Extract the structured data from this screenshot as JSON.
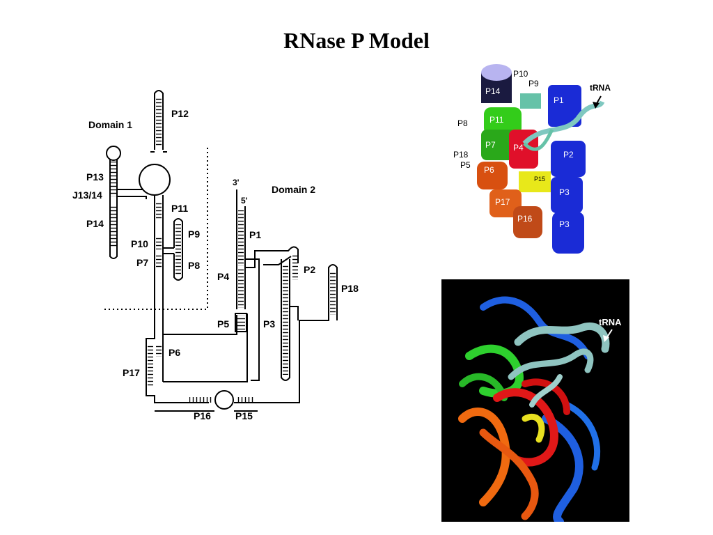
{
  "slide": {
    "title": "RNase P Model"
  },
  "secondary_structure": {
    "labels": {
      "domain1": "Domain 1",
      "domain2": "Domain 2",
      "p12": "P12",
      "p13": "P13",
      "j13_14": "J13/14",
      "p14": "P14",
      "p11": "P11",
      "p9": "P9",
      "p10": "P10",
      "p7": "P7",
      "p8": "P8",
      "p6": "P6",
      "p17": "P17",
      "p16": "P16",
      "p15": "P15",
      "p1": "P1",
      "p2": "P2",
      "p3": "P3",
      "p4": "P4",
      "p5": "P5",
      "p18": "P18",
      "end3": "3'",
      "end5": "5'"
    }
  },
  "cylinder_model": {
    "labels": {
      "p14": "P14",
      "p10": "P10",
      "p9": "P9",
      "p1": "P1",
      "trna": "tRNA",
      "p8": "P8",
      "p11": "P11",
      "p7": "P7",
      "p4": "P4",
      "p2": "P2",
      "p18": "P18",
      "p5": "P5",
      "p6": "P6",
      "p15": "P15",
      "p17": "P17",
      "p3a": "P3",
      "p16": "P16",
      "p3b": "P3"
    },
    "colors": {
      "blue": "#1a2bd6",
      "green": "#33cc1a",
      "red": "#e0102a",
      "orange": "#e0601a",
      "yellow": "#e8e81a",
      "teal": "#66c2a8",
      "lavender": "#b8b4f0"
    }
  },
  "ribbon_model": {
    "labels": {
      "trna": "tRNA"
    },
    "colors": {
      "background": "#000000",
      "blue": "#1f5fe0",
      "green": "#2ed02e",
      "red": "#e01818",
      "orange": "#f06a10",
      "yellow": "#e8e020",
      "teal": "#8fc4c0"
    }
  }
}
